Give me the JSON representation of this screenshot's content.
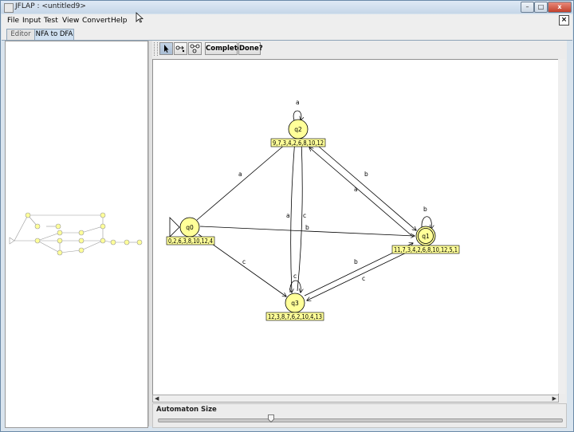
{
  "window": {
    "title": "JFLAP : <untitled9>",
    "min_label": "–",
    "max_label": "□",
    "close_label": "x"
  },
  "menubar": {
    "items": [
      "File",
      "Input",
      "Test",
      "View",
      "Convert",
      "Help"
    ],
    "close_label": "×"
  },
  "tabs": [
    {
      "label": "Editor",
      "active": false
    },
    {
      "label": "NFA to DFA",
      "active": true
    }
  ],
  "toolbar": {
    "tools": [
      "attribute-editor-icon",
      "state-expander-icon",
      "transition-expander-icon"
    ],
    "complete_label": "Complete",
    "done_label": "Done?"
  },
  "dfa": {
    "states": [
      {
        "name": "q0",
        "label": "0,2,6,3,8,10,12,4",
        "initial": true,
        "final": false
      },
      {
        "name": "q1",
        "label": "11,7,3,4,2,6,8,10,12,5,1",
        "initial": false,
        "final": true
      },
      {
        "name": "q2",
        "label": "9,7,3,4,2,6,8,10,12",
        "initial": false,
        "final": false
      },
      {
        "name": "q3",
        "label": "12,3,8,7,6,2,10,4,13",
        "initial": false,
        "final": false
      }
    ],
    "transitions": [
      {
        "from": "q0",
        "to": "q2",
        "symbol": "a"
      },
      {
        "from": "q0",
        "to": "q1",
        "symbol": "b"
      },
      {
        "from": "q0",
        "to": "q3",
        "symbol": "c"
      },
      {
        "from": "q2",
        "to": "q2",
        "symbol": "a"
      },
      {
        "from": "q2",
        "to": "q1",
        "symbol": "b"
      },
      {
        "from": "q1",
        "to": "q2",
        "symbol": "a"
      },
      {
        "from": "q1",
        "to": "q1",
        "symbol": "b"
      },
      {
        "from": "q2",
        "to": "q3",
        "symbol": "c"
      },
      {
        "from": "q3",
        "to": "q2",
        "symbol": "a"
      },
      {
        "from": "q3",
        "to": "q1",
        "symbol": "b"
      },
      {
        "from": "q1",
        "to": "q3",
        "symbol": "c"
      },
      {
        "from": "q3",
        "to": "q3",
        "symbol": "c"
      }
    ]
  },
  "size_panel": {
    "label": "Automaton Size",
    "slider_fraction": 0.28
  },
  "colors": {
    "state_fill": "#ffff99",
    "state_stroke": "#000000",
    "label_fill": "#ffff99",
    "tab_active": "#cfe0f1"
  }
}
